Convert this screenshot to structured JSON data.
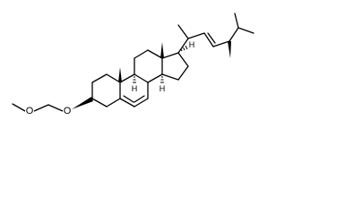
{
  "molecule": {
    "atoms": {
      "oxygen_methoxy": "O",
      "oxygen_ether": "O",
      "h_c9": "H",
      "h_c14": "H",
      "h_c17": "H"
    }
  },
  "colors": {
    "bond": "#000000",
    "background": "#ffffff"
  }
}
